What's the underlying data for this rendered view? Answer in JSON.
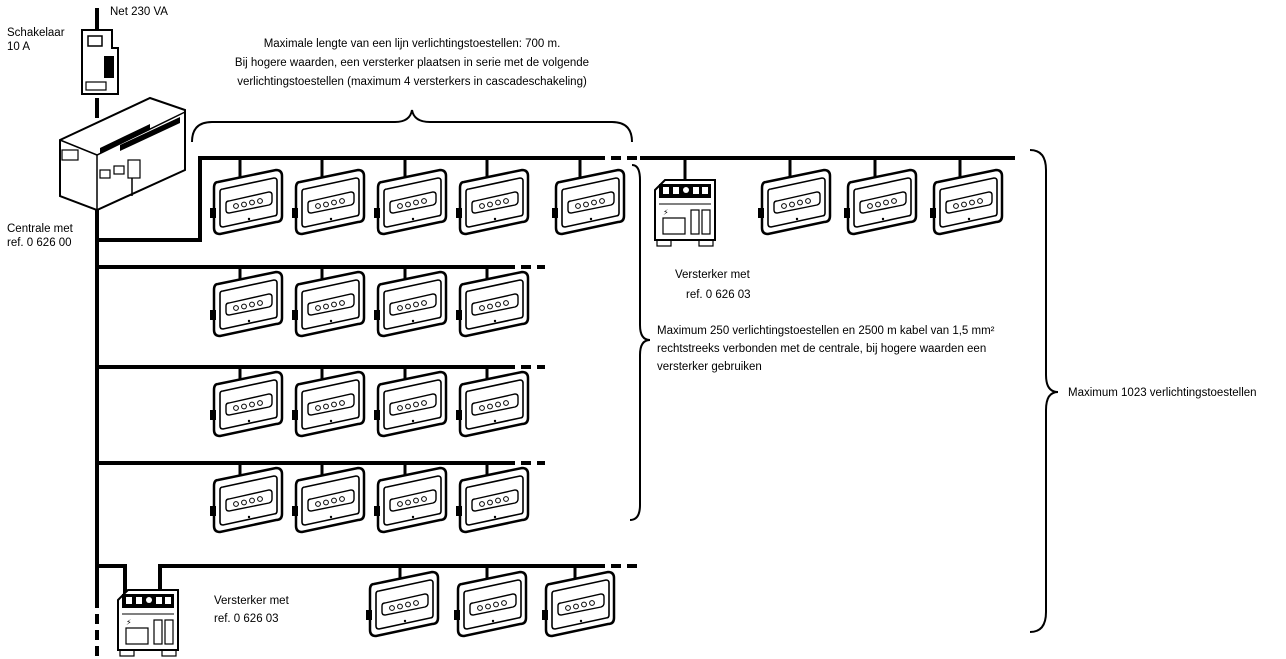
{
  "labels": {
    "mains": "Net 230 VA",
    "switch_line1": "Schakelaar",
    "switch_line2": "10  A",
    "central_line1": "Centrale met",
    "central_line2": "ref. 0 626 00",
    "top_note_line1": "Maximale lengte van een lijn verlichtingstoestellen: 700 m.",
    "top_note_line2": "Bij hogere waarden, een versterker plaatsen in serie met de volgende",
    "top_note_line3": "verlichtingstoestellen (maximum 4 versterkers in cascadeschakeling)",
    "amp1_line1": "Versterker met",
    "amp1_line2": "ref. 0 626 03",
    "amp2_line1": "Versterker met",
    "amp2_line2": "ref. 0 626 03",
    "mid_note_line1": "Maximum 250 verlichtingstoestellen en 2500 m kabel van 1,5 mm²",
    "mid_note_line2": "rechtstreeks verbonden met de centrale, bij hogere waarden een",
    "mid_note_line3": "versterker gebruiken",
    "right_note": "Maximum 1023 verlichtingstoestellen"
  },
  "device_counts": {
    "line1_before_amplifier": 5,
    "line1_after_amplifier": 3,
    "line2": 4,
    "line3": 4,
    "line4": 4,
    "line5_after_amplifier": 3
  }
}
